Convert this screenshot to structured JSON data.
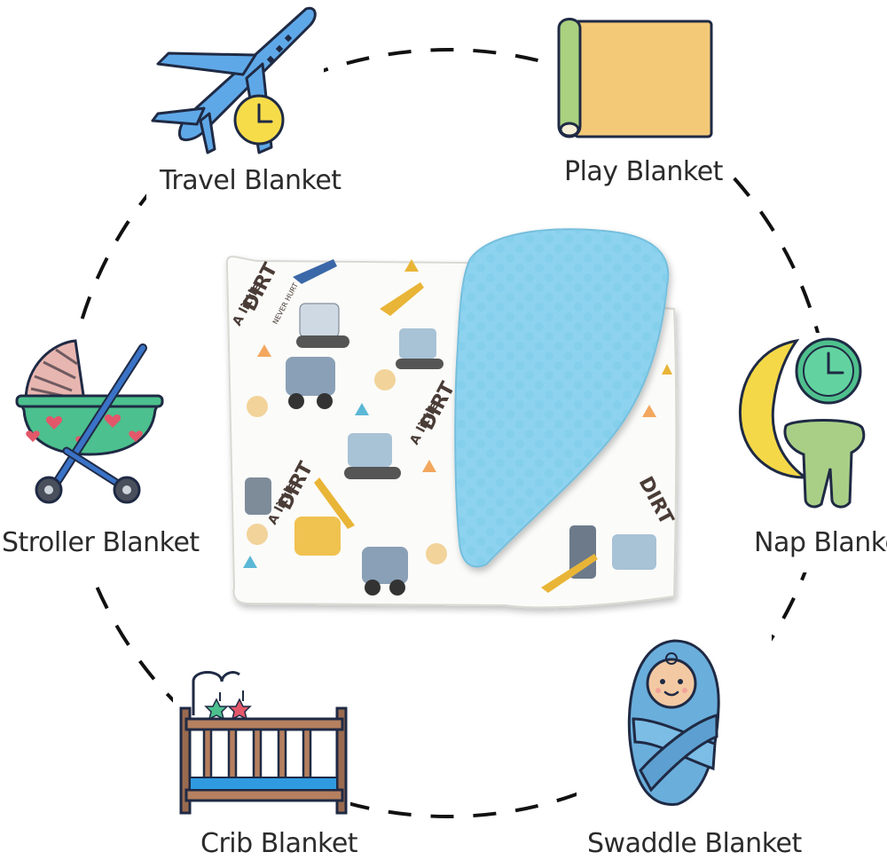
{
  "labels": {
    "travel": "Travel Blanket",
    "play": "Play Blanket",
    "stroller": "Stroller Blanket",
    "nap": "Nap Blanket",
    "crib": "Crib Blanket",
    "swaddle": "Swaddle Blanket"
  },
  "blanket_print": {
    "motto_line1": "A little",
    "motto_line2": "DIRT",
    "motto_line3": "NEVER HURT"
  },
  "colors": {
    "plane_blue": "#5fa8e8",
    "clock_yellow": "#f7dc4a",
    "mat_tan": "#f3c978",
    "mat_green": "#a9d17f",
    "moon_yellow": "#f4d848",
    "clock_teal": "#4fc08d",
    "cloth_green": "#a9cf86",
    "stroller_green": "#4cc08e",
    "stroller_pink": "#e8b6b0",
    "stroller_blue": "#3a73c7",
    "crib_brown": "#9a6a4f",
    "crib_blue": "#2f9ae0",
    "swaddle_blue": "#6aaedc",
    "minky_blue": "#8dd3ef"
  },
  "icons": {
    "travel": "airplane-icon",
    "play": "play-mat-icon",
    "stroller": "stroller-icon",
    "nap": "moon-clock-icon",
    "crib": "crib-icon",
    "swaddle": "swaddled-baby-icon"
  }
}
